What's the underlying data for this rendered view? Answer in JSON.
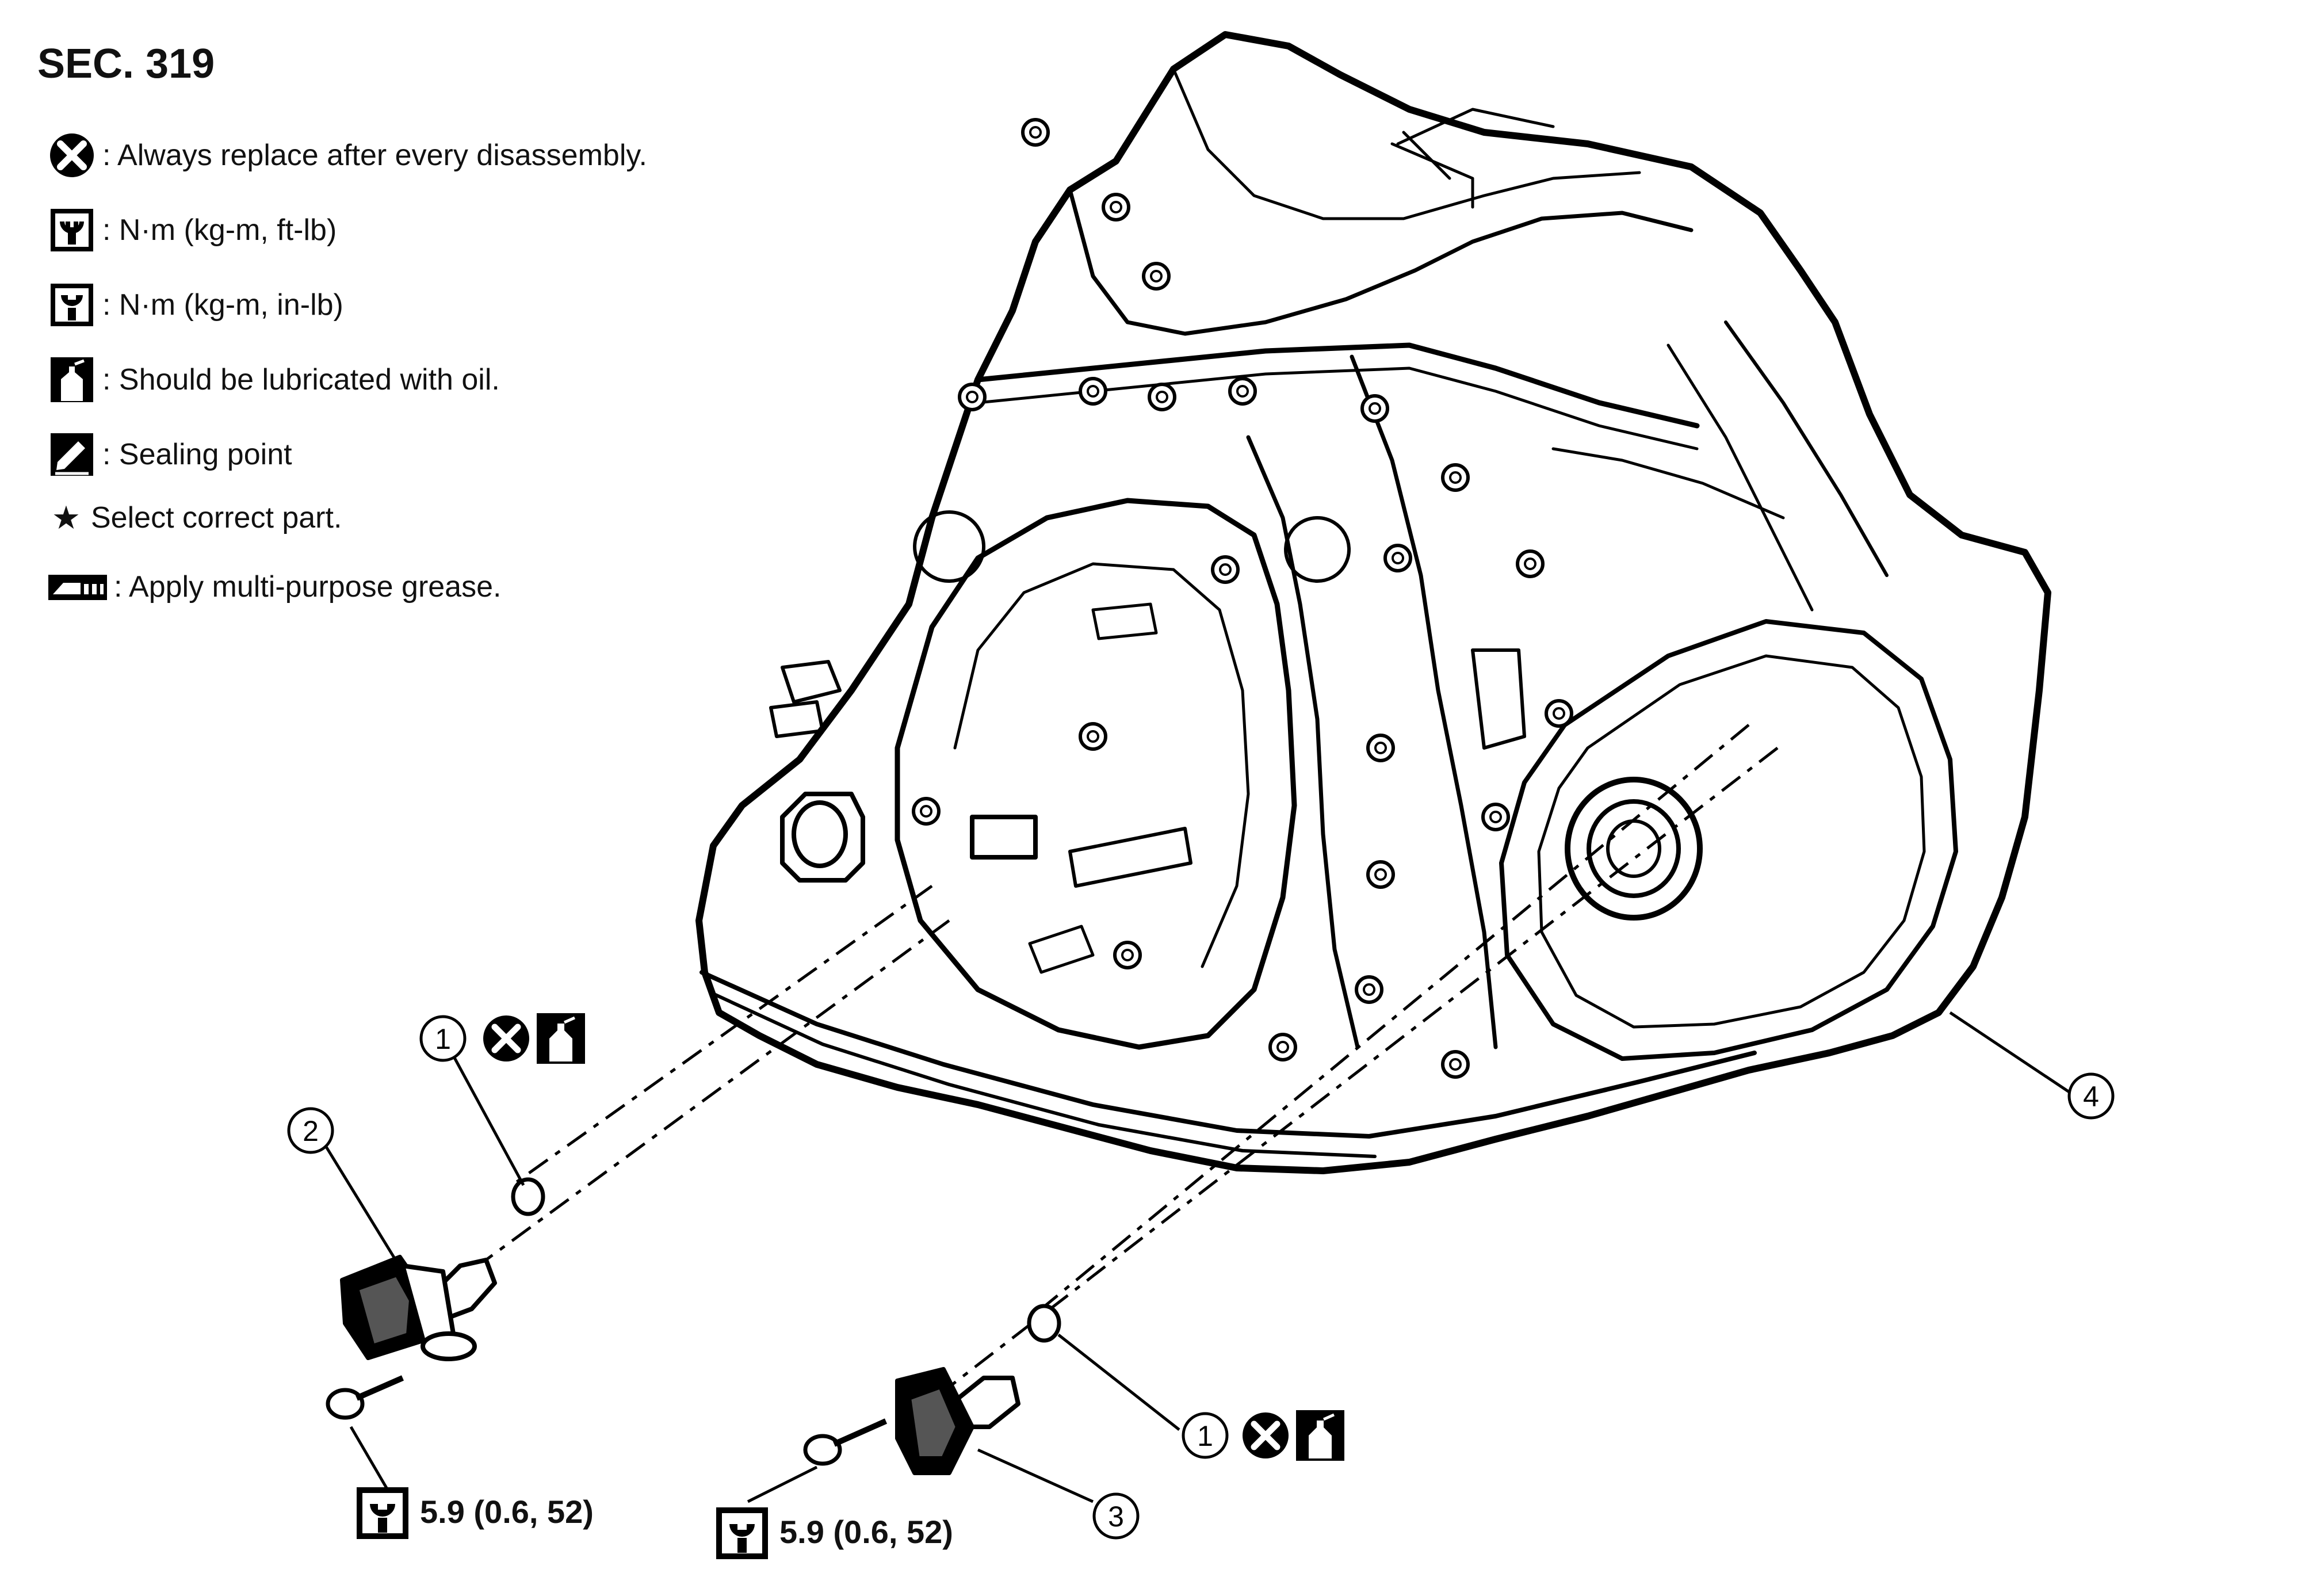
{
  "section_title": "SEC. 319",
  "legend": [
    {
      "icon": "replace-icon",
      "text": ": Always replace after every disassembly."
    },
    {
      "icon": "torque-ftlb-icon",
      "text": ": N·m (kg-m, ft-lb)"
    },
    {
      "icon": "torque-inlb-icon",
      "text": ": N·m (kg-m, in-lb)"
    },
    {
      "icon": "oil-can-icon",
      "text": ": Should be lubricated with oil."
    },
    {
      "icon": "sealing-point-icon",
      "text": ": Sealing point"
    },
    {
      "icon": "star-icon",
      "symbol": "★",
      "text": "Select correct part."
    },
    {
      "icon": "grease-icon",
      "text": ": Apply multi-purpose grease."
    }
  ],
  "callouts": [
    "1",
    "2",
    "3",
    "4",
    "1"
  ],
  "torque_labels": [
    "5.9 (0.6, 52)",
    "5.9 (0.6, 52)"
  ]
}
